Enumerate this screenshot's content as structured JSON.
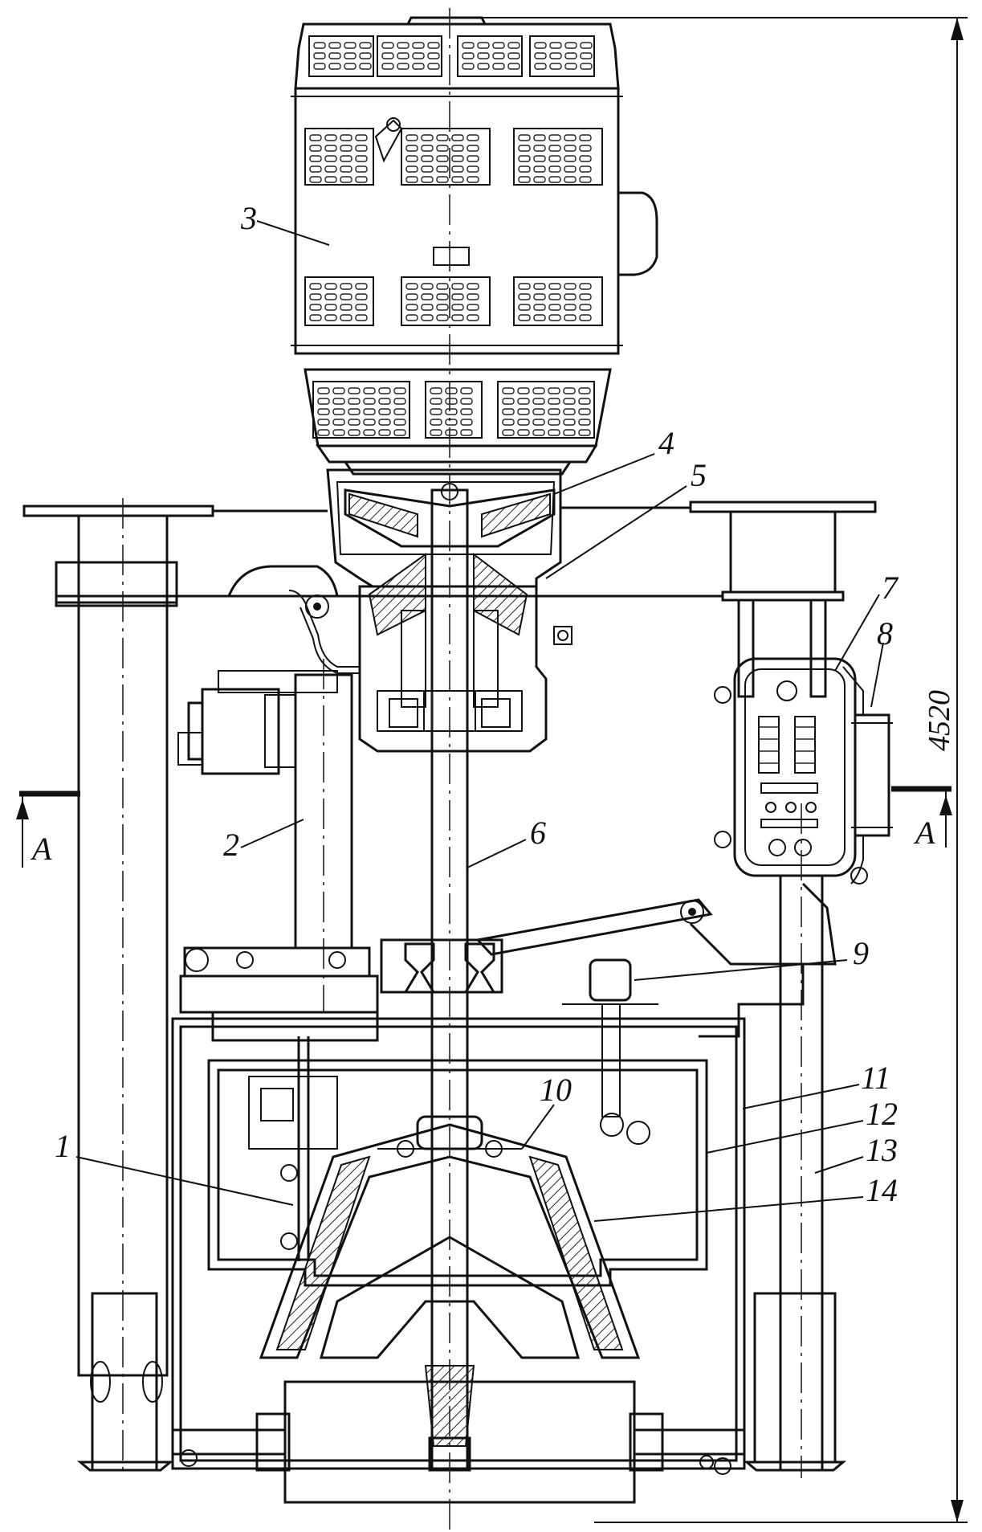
{
  "figure": {
    "callouts": [
      {
        "id": "1",
        "text": "1"
      },
      {
        "id": "2",
        "text": "2"
      },
      {
        "id": "3",
        "text": "3"
      },
      {
        "id": "4",
        "text": "4"
      },
      {
        "id": "5",
        "text": "5"
      },
      {
        "id": "6",
        "text": "6"
      },
      {
        "id": "7",
        "text": "7"
      },
      {
        "id": "8",
        "text": "8"
      },
      {
        "id": "9",
        "text": "9"
      },
      {
        "id": "10",
        "text": "10"
      },
      {
        "id": "11",
        "text": "11"
      },
      {
        "id": "12",
        "text": "12"
      },
      {
        "id": "13",
        "text": "13"
      },
      {
        "id": "14",
        "text": "14"
      }
    ],
    "section_mark": "A",
    "height_dimension": "4520"
  }
}
